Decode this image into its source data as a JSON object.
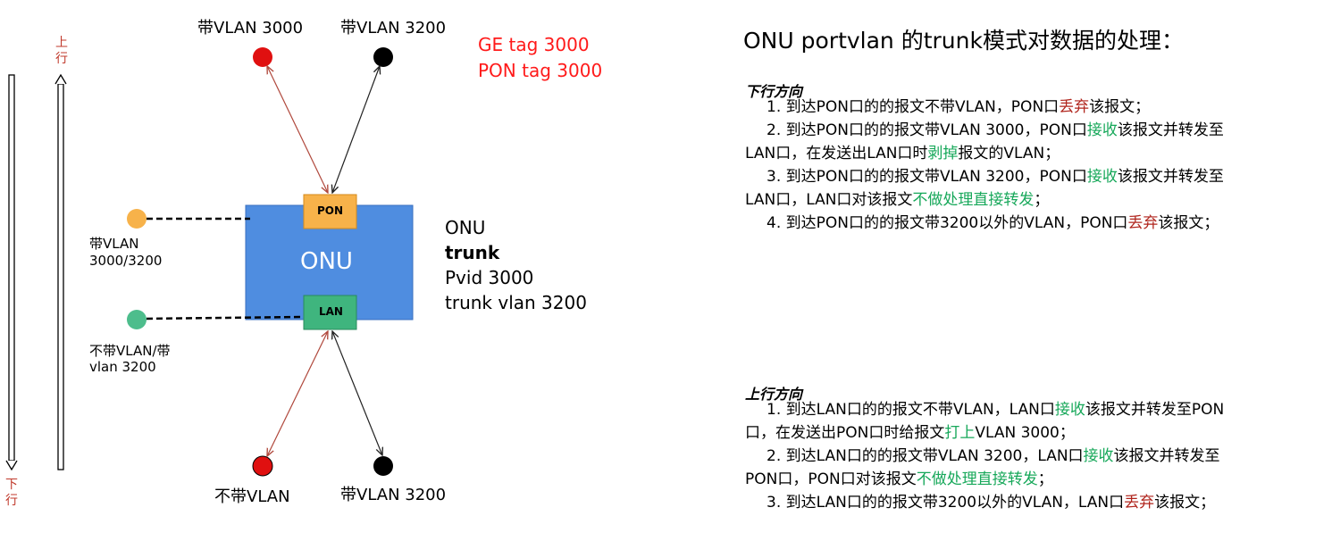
{
  "diagram": {
    "top_left_node_label": "带VLAN 3000",
    "top_right_node_label": "带VLAN 3200",
    "ge_tag": "GE tag 3000",
    "pon_tag": "PON tag 3000",
    "onu_box_label": "ONU",
    "pon_port_label": "PON",
    "lan_port_label": "LAN",
    "upper_side_node_label_1": "带VLAN",
    "upper_side_node_label_2": "3000/3200",
    "lower_side_node_label_1": "不带VLAN/带",
    "lower_side_node_label_2": "vlan 3200",
    "bottom_left_node_label": "不带VLAN",
    "bottom_right_node_label": "带VLAN 3200",
    "uplink_label_1": "上",
    "uplink_label_2": "行",
    "downlink_label_1": "下",
    "downlink_label_2": "行",
    "onu_info": {
      "line1": "ONU",
      "line2": "trunk",
      "line3": "Pvid 3000",
      "line4": "trunk vlan 3200"
    },
    "colors": {
      "onu_box": "#4f8de0",
      "pon_port": "#f7b24a",
      "lan_port": "#3fb57e",
      "red_node": "#e01010",
      "black_node": "#000000",
      "orange_node": "#f7b24a",
      "green_node": "#4dbd8c",
      "red_arrow": "#b0483c",
      "black_arrow": "#222222",
      "tag_text": "#ff1a1a",
      "accept_text": "#17a85a",
      "discard_text": "#b0241c"
    }
  },
  "text_panel": {
    "title": "ONU portvlan 的trunk模式对数据的处理：",
    "downlink": {
      "heading": "下行方向",
      "i1_a": "1. 到达PON口的的报文不带VLAN，PON口",
      "i1_b": "丢弃",
      "i1_c": "该报文；",
      "i2_a": "2. 到达PON口的的报文带VLAN 3000，PON口",
      "i2_b": "接收",
      "i2_c": "该报文并转发至",
      "i2_d": "LAN口，在发送出LAN口时",
      "i2_e": "剥掉",
      "i2_f": "报文的VLAN；",
      "i3_a": "3. 到达PON口的的报文带VLAN 3200，PON口",
      "i3_b": "接收",
      "i3_c": "该报文并转发至",
      "i3_d": "LAN口，LAN口对该报文",
      "i3_e": "不做处理直接转发",
      "i3_f": "；",
      "i4_a": "4. 到达PON口的的报文带3200以外的VLAN，PON口",
      "i4_b": "丢弃",
      "i4_c": "该报文；"
    },
    "uplink": {
      "heading": "上行方向",
      "i1_a": "1. 到达LAN口的的报文不带VLAN，LAN口",
      "i1_b": "接收",
      "i1_c": "该报文并转发至PON",
      "i1_d": "口，在发送出PON口时给报文",
      "i1_e": "打上",
      "i1_f": "VLAN 3000；",
      "i2_a": "2. 到达LAN口的的报文带VLAN 3200，LAN口",
      "i2_b": "接收",
      "i2_c": "该报文并转发至",
      "i2_d": "PON口，PON口对该报文",
      "i2_e": "不做处理直接转发",
      "i2_f": "；",
      "i3_a": "3. 到达LAN口的的报文带3200以外的VLAN，LAN口",
      "i3_b": "丢弃",
      "i3_c": "该报文；"
    }
  }
}
